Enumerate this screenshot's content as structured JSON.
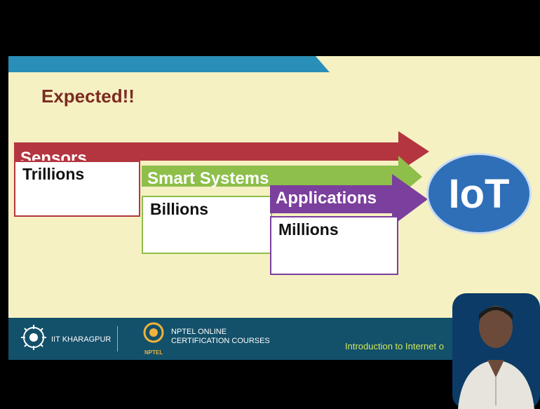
{
  "slide": {
    "title": "Expected!!",
    "rows": [
      {
        "label": "Sensors",
        "count": "Trillions",
        "color": "#b4353f"
      },
      {
        "label": "Smart Systems",
        "count": "Billions",
        "color": "#8dbf4a"
      },
      {
        "label": "Applications",
        "count": "Millions",
        "color": "#7b3f9e"
      }
    ],
    "target": "IoT"
  },
  "footer": {
    "institute": "IIT KHARAGPUR",
    "nptel_line1": "NPTEL ONLINE",
    "nptel_line2": "CERTIFICATION COURSES",
    "nptel_logo_text": "NPTEL",
    "course": "Introduction to Internet o"
  },
  "colors": {
    "band_blue": "#2a8fb8",
    "footer": "#13506a",
    "background": "#f6f1c2"
  }
}
